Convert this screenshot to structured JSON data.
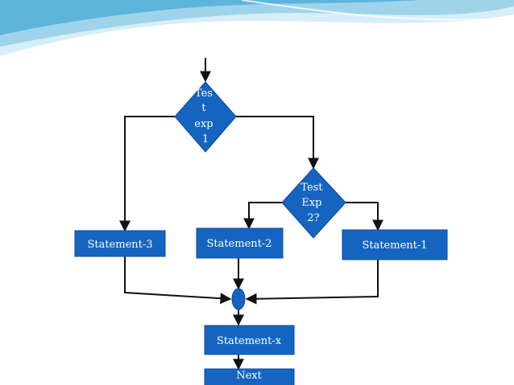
{
  "colors": {
    "box_fill": "#1565c0",
    "box_stroke": "#0d47a1",
    "arrow": "#111111",
    "banner_light": "#d6eef7",
    "banner_mid": "#9fd3ea",
    "banner_dark": "#5db5dc"
  },
  "diagram": {
    "decision1": {
      "lines": [
        "Tes",
        "t",
        "exp",
        "1"
      ]
    },
    "decision2": {
      "lines": [
        "Test",
        "Exp",
        "2?"
      ]
    },
    "statement3": "Statement-3",
    "statement2": "Statement-2",
    "statement1": "Statement-1",
    "statementx": "Statement-x",
    "next": "Next"
  }
}
